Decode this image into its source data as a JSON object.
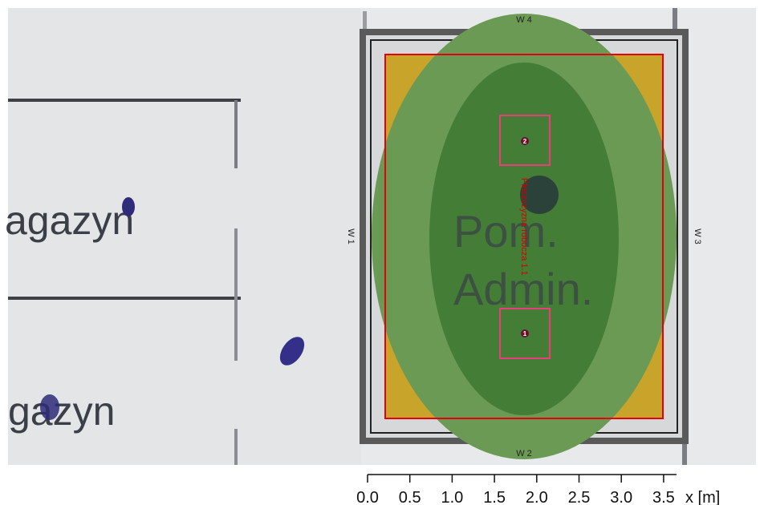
{
  "floor_plan": {
    "rooms": [
      {
        "label": "agazyn"
      },
      {
        "label": "gazyn"
      },
      {
        "label": "Pom.\nAdmin."
      }
    ]
  },
  "room": {
    "walls": {
      "top": "W 4",
      "bottom": "W 2",
      "left": "W 1",
      "right": "W 3"
    },
    "workplane_label": "Płaszczyzna robocza 1.1"
  },
  "luminaires": [
    {
      "label": "2"
    },
    {
      "label": "1"
    }
  ],
  "axis": {
    "ticks": [
      "0.0",
      "0.5",
      "1.0",
      "1.5",
      "2.0",
      "2.5",
      "3.0",
      "3.5"
    ],
    "unit_label": "x [m]"
  },
  "colors": {
    "wall_frame": "#5a5a5a",
    "workplane_outline": "#e4000f",
    "iso_high": "#447d36",
    "iso_mid": "#6a9a54",
    "iso_low": "#c8a42a",
    "luminaire_box": "#e83e7c",
    "background_scan": "#e9ebed"
  }
}
